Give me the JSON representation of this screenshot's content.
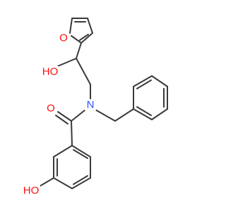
{
  "molecule": {
    "labels": {
      "furan_oxygen": "O",
      "hydroxyl_alpha": "HO",
      "amide_oxygen": "O",
      "amide_nitrogen": "N",
      "phenol_hydroxyl": "HO"
    },
    "colors": {
      "bond": "#3a3a3a",
      "oxygen": "#ff0d0d",
      "nitrogen": "#3050f8",
      "background": "#ffffff"
    }
  }
}
